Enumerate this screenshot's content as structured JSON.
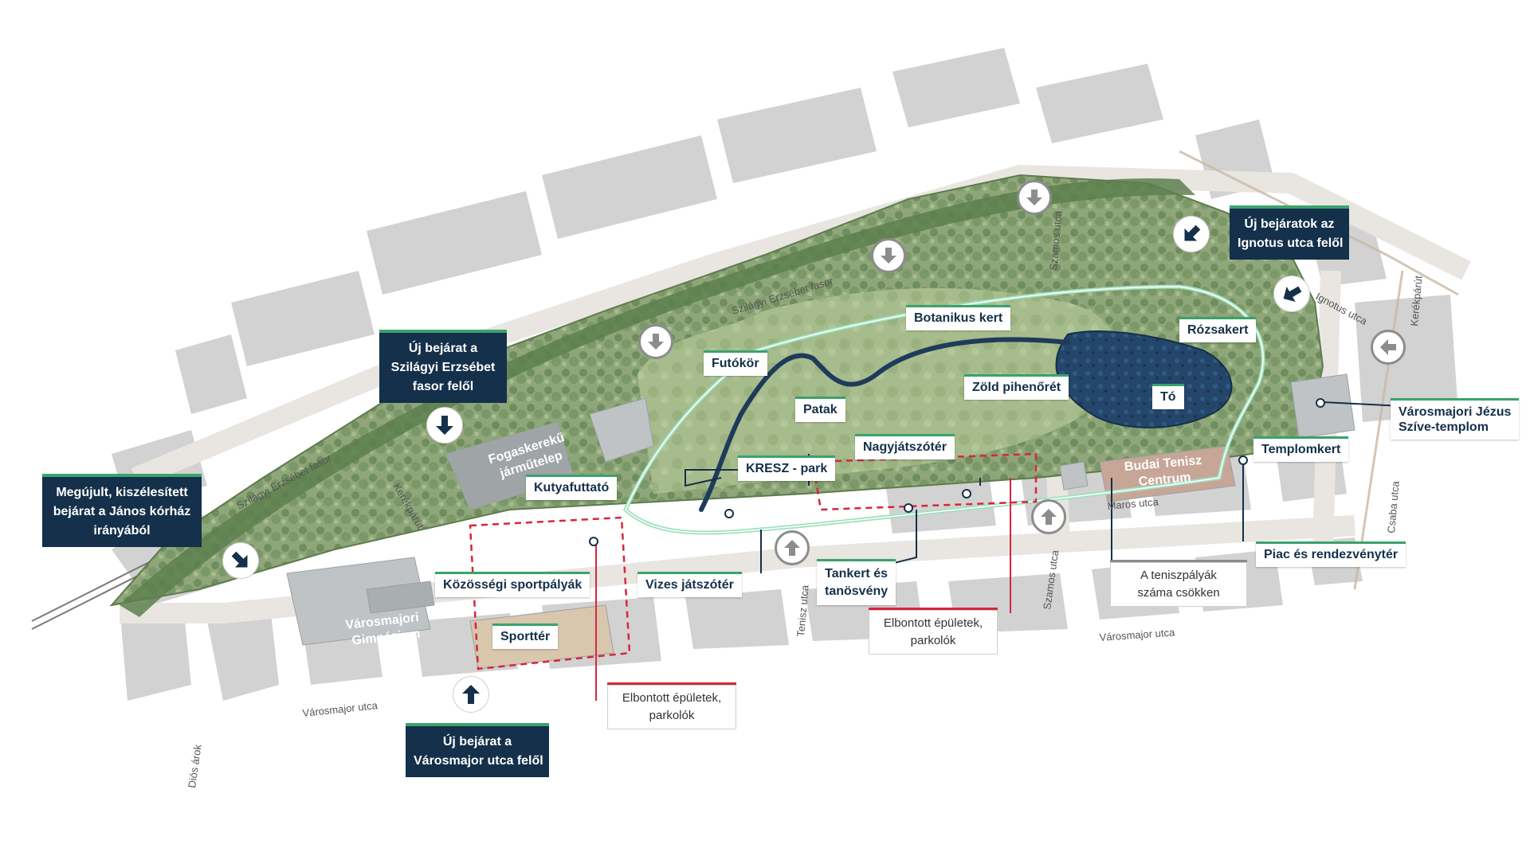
{
  "map": {
    "street_labels": {
      "szilagyi_1": "Szilágyi Erzsébet fasor",
      "szilagyi_2": "Szilágyi Erzsébet fasor",
      "szamos_north": "Szamos utca",
      "szamos_south": "Szamos utca",
      "ignotus": "Ignotus utca",
      "kerekparut": "Kerékpárút",
      "kerekparut_2": "Kerékpárút",
      "csaba": "Csaba utca",
      "maros": "Maros utca",
      "tenisz": "Tenisz utca",
      "varosmajor_east": "Városmajor utca",
      "varosmajor_west": "Városmajor utca",
      "dios_arok": "Diós árok"
    },
    "inmap_labels": {
      "fogaskereku_1": "Fogaskerekű",
      "fogaskereku_2": "járműtelep",
      "gimnazium_1": "Városmajori",
      "gimnazium_2": "Gimnázium",
      "tenisz_centrum_1": "Budai Tenisz",
      "tenisz_centrum_2": "Centrum"
    },
    "feature_labels": {
      "botanikus_kert": "Botanikus kert",
      "rozsakert": "Rózsakert",
      "futokor": "Futókör",
      "zold_pihenoret": "Zöld pihenőrét",
      "to": "Tó",
      "patak": "Patak",
      "nagyjatszoter": "Nagyjátszótér",
      "kresz_park": "KRESZ - park",
      "kutyafuttato": "Kutyafuttató",
      "templomkert": "Templomkert",
      "kozossegi_sportpalyak": "Közösségi sportpályák",
      "vizes_jatszoter": "Vizes játszótér",
      "sportter": "Sporttér",
      "tankert_line1": "Tankert és",
      "tankert_line2": "tanösvény",
      "piac": "Piac és rendezvénytér",
      "templom_line1": "Városmajori Jézus",
      "templom_line2": "Szíve-templom"
    },
    "callouts": {
      "szilagyi_entrance": [
        "Új bejárat a",
        "Szilágyi Erzsébet",
        "fasor felől"
      ],
      "ignotus_entrances": [
        "Új bejáratok az",
        "Ignotus utca felől"
      ],
      "janos_korhaz": [
        "Megújult, kiszélesített",
        "bejárat  a János kórház",
        "irányából"
      ],
      "varosmajor_entrance": [
        "Új bejárat a",
        "Városmajor utca felől"
      ],
      "teniszpalyak": [
        "A teniszpályák",
        "száma csökken"
      ],
      "elbontott_1": [
        "Elbontott épületek,",
        "parkolók"
      ],
      "elbontott_2": [
        "Elbontott épületek,",
        "parkolók"
      ]
    },
    "colors": {
      "navy": "#14304a",
      "accent_green": "#3aa36c",
      "running_track": "#9fe0bf",
      "demolition_red": "#d7263d",
      "building_grey": "#cfcfcf",
      "park_green": "#8fa87a",
      "lake_blue": "#1f3b5c"
    },
    "icons": [
      "entrance-arrow-icon",
      "marker-dot-icon"
    ]
  }
}
